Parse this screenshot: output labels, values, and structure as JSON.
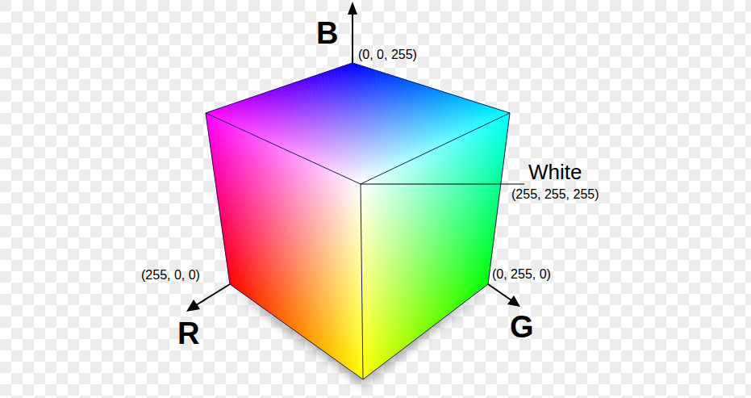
{
  "diagram": {
    "labels": [
      "B",
      "(0, 0, 255)",
      "White",
      "(255, 255, 255)",
      "(255, 0, 0)",
      "R",
      "(0, 255, 0)",
      "G"
    ]
  }
}
